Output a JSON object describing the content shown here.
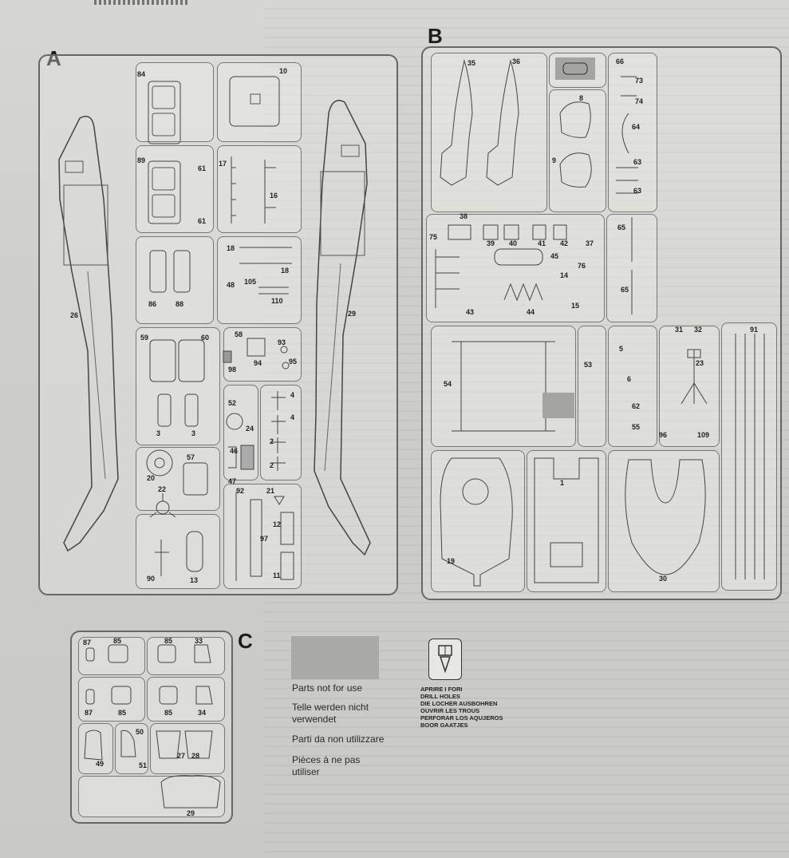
{
  "sprues": {
    "A": {
      "letter": "A",
      "parts": [
        "84",
        "10",
        "89",
        "61",
        "17",
        "16",
        "61",
        "18",
        "18",
        "48",
        "105",
        "110",
        "86",
        "88",
        "26",
        "29",
        "59",
        "60",
        "58",
        "93",
        "98",
        "94",
        "95",
        "3",
        "3",
        "52",
        "24",
        "4",
        "4",
        "46",
        "2",
        "2",
        "47",
        "20",
        "57",
        "22",
        "92",
        "21",
        "12",
        "90",
        "13",
        "97",
        "11"
      ]
    },
    "B": {
      "letter": "B",
      "parts": [
        "35",
        "36",
        "66",
        "73",
        "74",
        "8",
        "64",
        "9",
        "63",
        "63",
        "38",
        "75",
        "39",
        "40",
        "41",
        "42",
        "37",
        "65",
        "45",
        "76",
        "14",
        "43",
        "44",
        "15",
        "65",
        "31",
        "32",
        "91",
        "53",
        "5",
        "54",
        "23",
        "6",
        "62",
        "55",
        "96",
        "109",
        "1",
        "19",
        "30"
      ]
    },
    "C": {
      "letter": "C",
      "parts": [
        "87",
        "85",
        "85",
        "33",
        "87",
        "85",
        "85",
        "34",
        "50",
        "49",
        "51",
        "27",
        "28",
        "29"
      ]
    }
  },
  "legend": {
    "not_for_use": [
      "Parts not for use",
      "Telle werden nicht verwendet",
      "Parti da non utilizzare",
      "Pièces à ne pas utiliser"
    ],
    "drill_holes": [
      "APRIRE I FORI",
      "DRILL HOLES",
      "DIE LOCHER AUSBOHREN",
      "OUVRIR LES TROUS",
      "PERFORAR LOS AQUJEROS",
      "BOOR GAATJES"
    ]
  },
  "colors": {
    "paper": "#cfcfcb",
    "swatch": "#a9a9a7",
    "line": "#555555"
  }
}
